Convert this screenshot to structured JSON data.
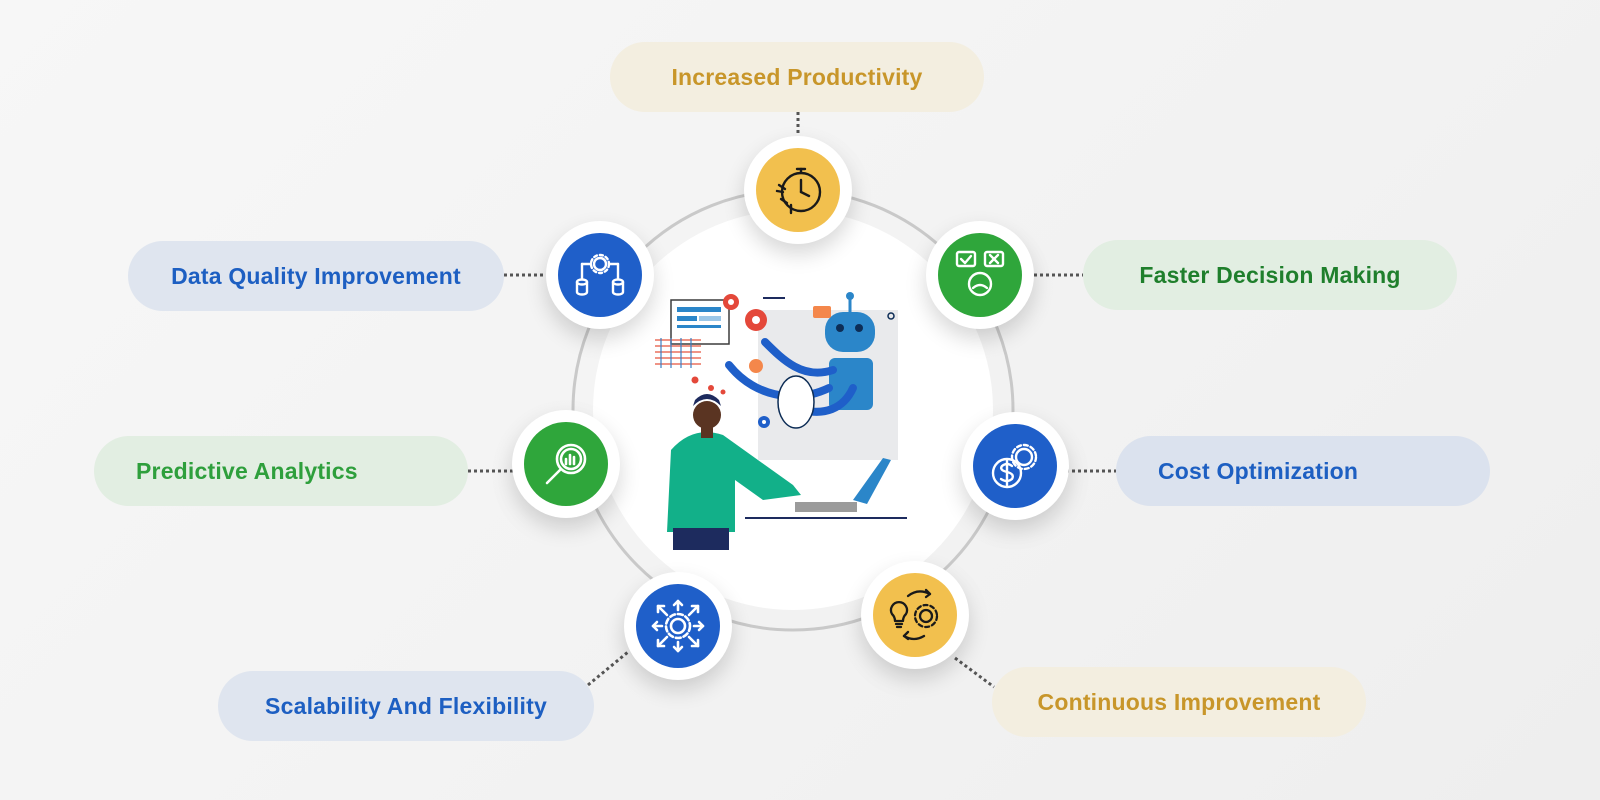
{
  "colors": {
    "gold": "#f2c04e",
    "blue": "#1f5fc9",
    "green": "#2fa63b",
    "ring": "#c9c9c9"
  },
  "benefits": {
    "increased_productivity": "Increased Productivity",
    "data_quality": "Data Quality Improvement",
    "faster_decisions": "Faster Decision Making",
    "predictive_analytics": "Predictive Analytics",
    "cost_optimization": "Cost Optimization",
    "scalability": "Scalability And Flexibility",
    "continuous_improvement": "Continuous Improvement"
  },
  "icons": {
    "increased_productivity": "stopwatch-icon",
    "data_quality": "data-gear-network-icon",
    "faster_decisions": "decision-check-cross-icon",
    "predictive_analytics": "magnifier-chart-icon",
    "cost_optimization": "dollar-gear-icon",
    "scalability": "expand-gear-icon",
    "continuous_improvement": "bulb-gear-cycle-icon"
  },
  "center_illustration": "person-with-robot-illustration"
}
